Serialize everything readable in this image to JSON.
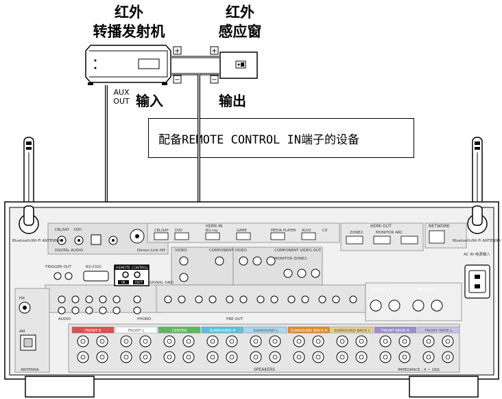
{
  "transmitter": {
    "line1": "红外",
    "line2": "转播发射机"
  },
  "sensor": {
    "line1": "红外",
    "line2": "感应窗"
  },
  "aux_out": {
    "line1": "AUX",
    "line2": "OUT"
  },
  "input_label": "输入",
  "output_label": "输出",
  "device_box": "配备REMOTE CONTROL IN端子的设备",
  "plus": "+",
  "minus": "−",
  "panel": {
    "bt_antenna_left": "Bluetooth/Wi-Fi ANTENNA",
    "bt_antenna_right": "Bluetooth/Wi-Fi ANTENNA",
    "network": "NETWORK",
    "hdmi_in": "HDMI IN",
    "hdmi_out": "HDMI OUT",
    "hdmi_out_zone2": "ZONE2",
    "hdmi_monitor_arc": "MONITOR ARC",
    "hdmi_inputs": [
      "CBL/SAT",
      "DVD",
      "Blu-ray",
      "GAME",
      "MEDIA PLAYER",
      "AUX2",
      "CD"
    ],
    "digital_audio": "DIGITAL AUDIO",
    "digital_inputs": [
      "CBL/SAT",
      "DVD"
    ],
    "denon_link": "Denon Link HD",
    "video": "VIDEO",
    "component_video": "COMPONENT VIDEO",
    "component_video_out": "COMPONENT VIDEO OUT",
    "monitor_zone2": "MONITOR ZONE2",
    "trigger_out": "TRIGGER OUT",
    "rs232c": "RS-232C",
    "remote_control": "REMOTE CONTROL",
    "remote_in": "IN",
    "remote_out": "OUT",
    "signal_gnd": "SIGNAL GND",
    "audio": "AUDIO",
    "phono": "PHONO",
    "pre_out": "PRE OUT",
    "ac_in": "AC IN 电源输入",
    "fm": "FM",
    "am": "AM",
    "antenna": "ANTENNA",
    "speakers": "SPEAKERS",
    "impedance": "IMPEDANCE : 4 ~ 16Ω",
    "speaker_groups": [
      {
        "label": "FRONT R",
        "color": "#d9534f"
      },
      {
        "label": "FRONT L",
        "color": "#ffffff"
      },
      {
        "label": "CENTER",
        "color": "#5cb85c"
      },
      {
        "label": "SURROUND R",
        "color": "#5bc0de"
      },
      {
        "label": "SURROUND L",
        "color": "#a9d8ef"
      },
      {
        "label": "SURROUND BACK R",
        "color": "#e08a2a"
      },
      {
        "label": "SURROUND BACK L",
        "color": "#e6cf8f"
      },
      {
        "label": "FRONT WIDE R",
        "color": "#9b8fcc"
      },
      {
        "label": "FRONT WIDE L",
        "color": "#c8c1e6"
      }
    ],
    "height1_r": "HEIGHT1 R",
    "height1_l": "HEIGHT1 L"
  }
}
